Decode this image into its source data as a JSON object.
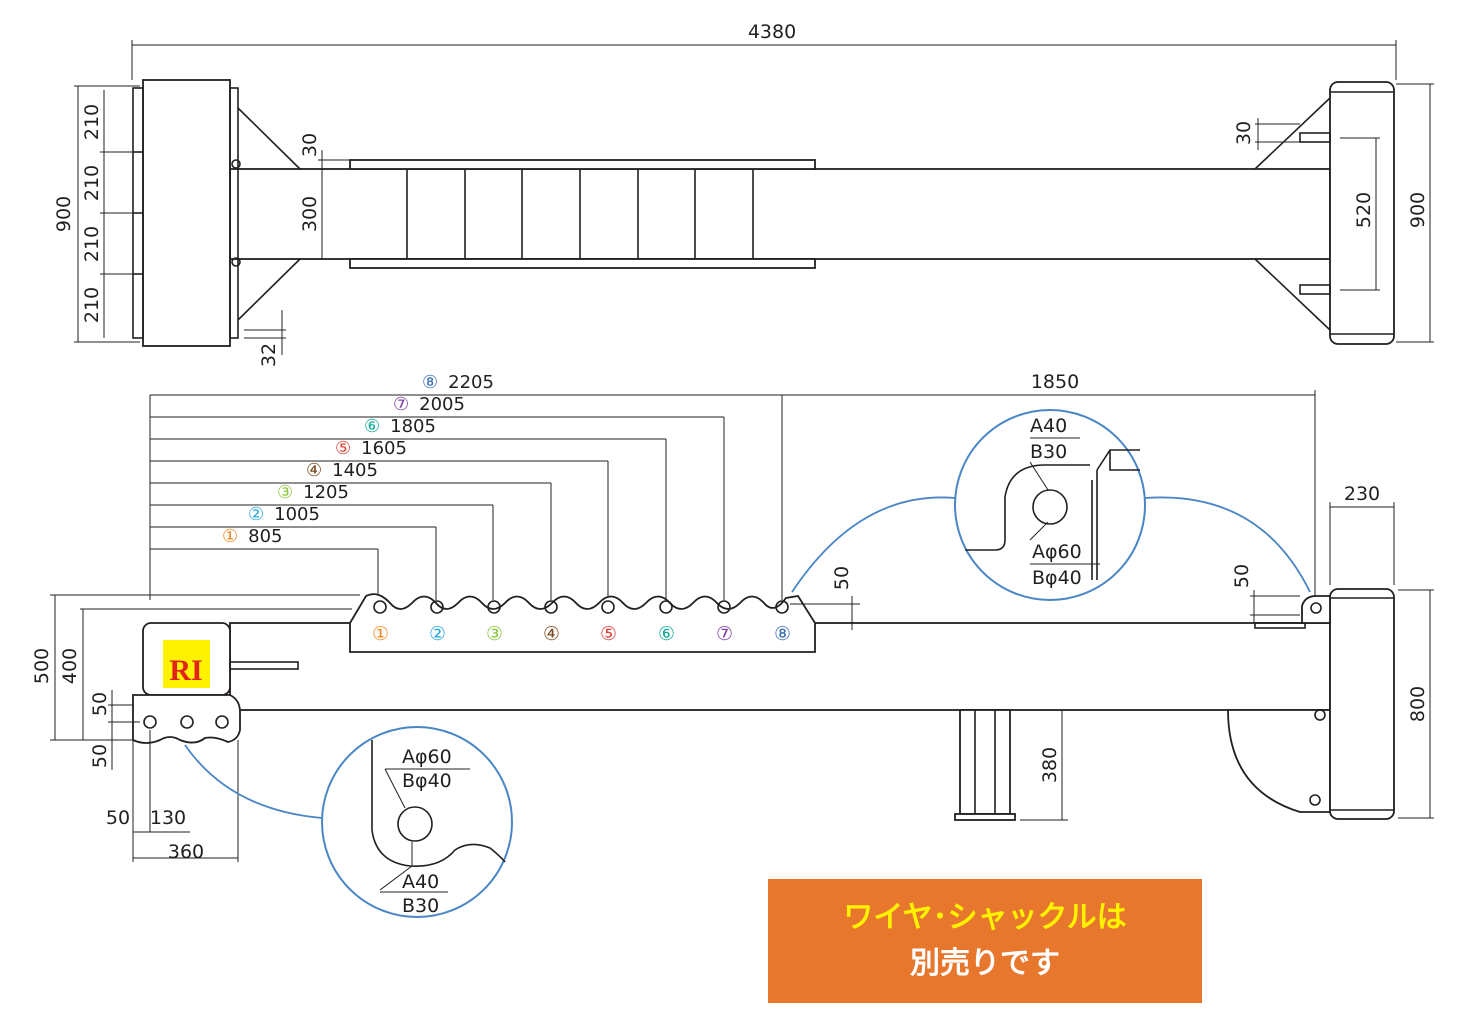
{
  "top_view": {
    "overall_length": "4380",
    "left_segments": [
      "210",
      "210",
      "210",
      "210"
    ],
    "left_height": "900",
    "left_small": "32",
    "ladder_gap": "30",
    "beam_height": "300",
    "right_gap": "30",
    "right_inner": "520",
    "right_height": "900"
  },
  "side_view": {
    "positions": [
      {
        "mark": "①",
        "value": "805",
        "color": "#f08a24"
      },
      {
        "mark": "②",
        "value": "1005",
        "color": "#2aa7df"
      },
      {
        "mark": "③",
        "value": "1205",
        "color": "#8cc63f"
      },
      {
        "mark": "④",
        "value": "1405",
        "color": "#7b4a1e"
      },
      {
        "mark": "⑤",
        "value": "1605",
        "color": "#e0413a"
      },
      {
        "mark": "⑥",
        "value": "1805",
        "color": "#17a99a"
      },
      {
        "mark": "⑦",
        "value": "2005",
        "color": "#7b3fa0"
      },
      {
        "mark": "⑧",
        "value": "2205",
        "color": "#3f6fb5"
      }
    ],
    "right_span": "1850",
    "lug_offset_mid": "50",
    "lug_offset_right": "50",
    "right_width": "230",
    "right_height": "800",
    "leg_height": "380",
    "left_h500": "500",
    "left_h400": "400",
    "left_50a": "50",
    "left_50b": "50",
    "bottom_50": "50",
    "bottom_130": "130",
    "bottom_360": "360",
    "logo": "RI"
  },
  "details": {
    "top": {
      "a_thick": "A40",
      "b_thick": "B30",
      "a_dia": "Aφ60",
      "b_dia": "Bφ40"
    },
    "bottom": {
      "a_dia": "Aφ60",
      "b_dia": "Bφ40",
      "a_thick": "A40",
      "b_thick": "B30"
    }
  },
  "notice": {
    "line1": "ワイヤ･シャックルは",
    "line2": "別売りです"
  }
}
